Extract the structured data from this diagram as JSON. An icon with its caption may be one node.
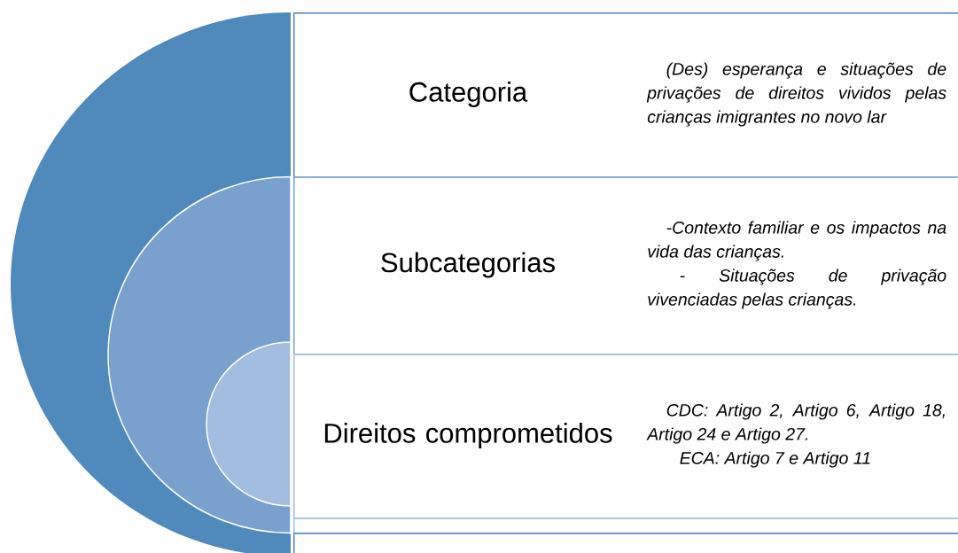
{
  "diagram": {
    "nodes": [
      {
        "text": [
          "Categoria",
          "(Des) esperança e situações de privações de direitos vividos pelas crianças imigrantes no novo lar"
        ]
      },
      {
        "text": [
          "Subcategorias",
          "-Contexto familiar e os impactos na vida das crianças.",
          "- Situações de privação vivenciadas pelas crianças."
        ]
      },
      {
        "text": [
          "Direitos comprometidos",
          "CDC: Artigo 2, Artigo 6, Artigo 18, Artigo 24 e Artigo 27.",
          "ECA: Artigo 7 e Artigo 11"
        ]
      },
      {
        "text": [],
        "shape": "box"
      },
      {
        "text": [],
        "shape": "box"
      }
    ]
  }
}
